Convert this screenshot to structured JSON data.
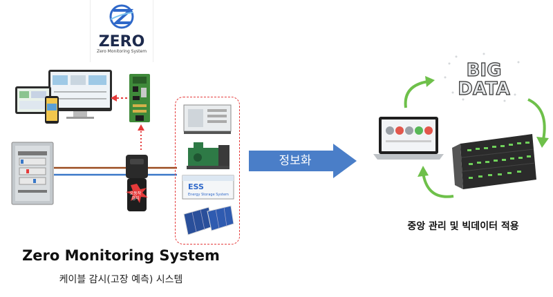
{
  "logo": {
    "word": "ZERO",
    "subtitle": "Zero Monitoring System"
  },
  "ems": {
    "label_main": "ESS",
    "label_sub": "Energy Storage System"
  },
  "sensor": {
    "badge_line1": "오동작",
    "badge_line2": "검지"
  },
  "arrow": {
    "label": "정보화",
    "color": "#4a7ec8"
  },
  "bigdata": {
    "line1": "BIG",
    "line2": "DATA"
  },
  "title": {
    "main": "Zero Monitoring System",
    "sub": "케이블 감시(고장 예측) 시스템"
  },
  "right_caption": "중앙 관리 및 빅데이터 적용",
  "colors": {
    "red_accent": "#e53a3a",
    "green_cycle": "#6ec04a",
    "cable_brown": "#9a4a1e",
    "cable_blue": "#3a78c8"
  }
}
